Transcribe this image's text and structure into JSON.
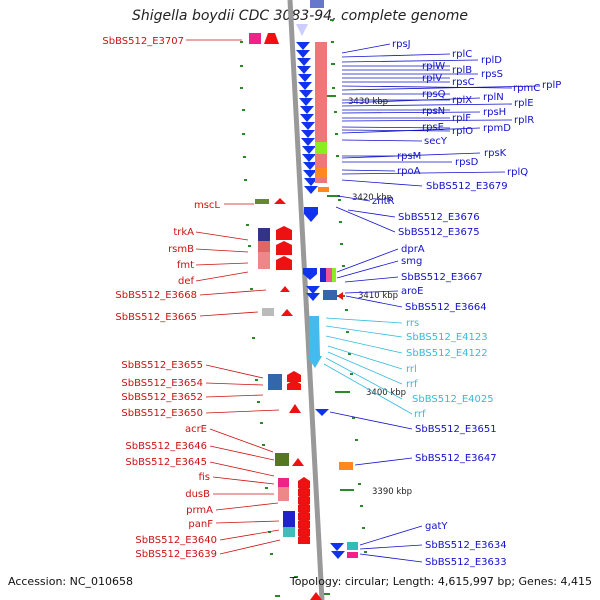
{
  "title": "Shigella boydii CDC 3083-94, complete genome",
  "footer": {
    "accession": "Accession: NC_010658",
    "stats": "Topology: circular; Length: 4,615,997 bp; Genes: 4,415"
  },
  "scale_labels": [
    "3430 kbp",
    "3420 kbp",
    "3410 kbp",
    "3400 kbp",
    "3390 kbp"
  ],
  "left_labels": [
    "SbBS512_E3707",
    "mscL",
    "trkA",
    "rsmB",
    "fmt",
    "def",
    "SbBS512_E3668",
    "SbBS512_E3665",
    "SbBS512_E3655",
    "SbBS512_E3654",
    "SbBS512_E3652",
    "SbBS512_E3650",
    "acrE",
    "SbBS512_E3646",
    "SbBS512_E3645",
    "fis",
    "dusB",
    "prmA",
    "panF",
    "SbBS512_E3640",
    "SbBS512_E3639"
  ],
  "right_labels": [
    "rpsJ",
    "rplC",
    "rplD",
    "rplW",
    "rplB",
    "rpsS",
    "rplV",
    "rpsC",
    "rpmC",
    "rplP",
    "rpsQ",
    "rplX",
    "rplN",
    "rplE",
    "rpsN",
    "rpsH",
    "rplF",
    "rplR",
    "rpsE",
    "rplO",
    "rpmD",
    "secY",
    "rpsM",
    "rpsK",
    "rpsD",
    "rpoA",
    "rplQ",
    "SbBS512_E3679",
    "zntR",
    "SbBS512_E3676",
    "SbBS512_E3675",
    "dprA",
    "smg",
    "SbBS512_E3667",
    "aroE",
    "SbBS512_E3664",
    "SbBS512_E3651",
    "SbBS512_E3647",
    "gatY",
    "SbBS512_E3634",
    "SbBS512_E3633"
  ],
  "rna_labels": [
    "rrs",
    "SbBS512_E4123",
    "SbBS512_E4122",
    "rrl",
    "rrf",
    "SbBS512_E4025",
    "rrf"
  ],
  "colors": {
    "forward": "#ee1111",
    "reverse": "#1133ee",
    "rna": "#44bbee",
    "left_label": "#cc1111",
    "right_label": "#1111cc",
    "backbone": "#888888",
    "scale_dash": "#2a8a2a"
  }
}
